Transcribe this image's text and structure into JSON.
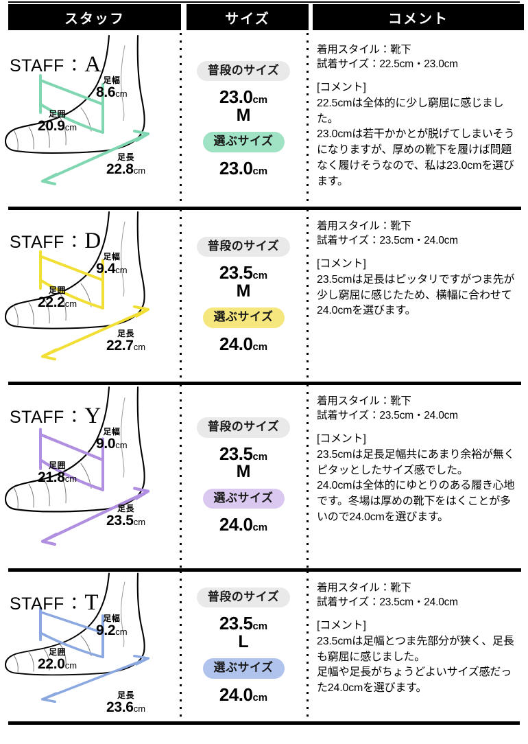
{
  "header": {
    "columns": [
      {
        "label": "スタッフ",
        "name": "staff"
      },
      {
        "label": "サイズ",
        "name": "size"
      },
      {
        "label": "コメント",
        "name": "comment"
      }
    ]
  },
  "labels": {
    "staff_prefix": "STAFF",
    "colon": "：",
    "foot_width": "足幅",
    "foot_girth": "足囲",
    "foot_length": "足長",
    "unit": "cm",
    "usual_size": "普段のサイズ",
    "chosen_size": "選ぶサイズ",
    "comment_tag": "[コメント]"
  },
  "rows": [
    {
      "staff_letter": "A",
      "accent_color": "#7FD6B0",
      "pill_color": "#9FE3C4",
      "measurements": {
        "foot_width": "8.6",
        "foot_girth": "20.9",
        "foot_length": "22.8"
      },
      "size": {
        "usual_value": "23.0",
        "usual_letter": "M",
        "chosen_value": "23.0"
      },
      "comment": {
        "style_line": "着用スタイル：靴下",
        "tried_line": "試着サイズ：22.5cm・23.0cm",
        "body": "22.5cmは全体的に少し窮屈に感じました。\n23.0cmは若干かかとが脱げてしまいそうになりますが、厚めの靴下を履けば問題なく履けそうなので、私は23.0cmを選びます。"
      }
    },
    {
      "staff_letter": "D",
      "accent_color": "#F2DF35",
      "pill_color": "#F5E77E",
      "measurements": {
        "foot_width": "9.4",
        "foot_girth": "22.2",
        "foot_length": "22.7"
      },
      "size": {
        "usual_value": "23.5",
        "usual_letter": "M",
        "chosen_value": "24.0"
      },
      "comment": {
        "style_line": "着用スタイル：靴下",
        "tried_line": "試着サイズ：23.5cm・24.0cm",
        "body": "23.5cmは足長はピッタリですがつま先が少し窮屈に感じたため、横幅に合わせて24.0cmを選びます。"
      }
    },
    {
      "staff_letter": "Y",
      "accent_color": "#B18FE0",
      "pill_color": "#DBC8F0",
      "measurements": {
        "foot_width": "9.0",
        "foot_girth": "21.8",
        "foot_length": "23.5"
      },
      "size": {
        "usual_value": "23.5",
        "usual_letter": "M",
        "chosen_value": "24.0"
      },
      "comment": {
        "style_line": "着用スタイル：靴下",
        "tried_line": "試着サイズ：23.5cm・24.0cm",
        "body": "23.5cmは足長足幅共にあまり余裕が無くピタッとしたサイズ感でした。\n24.0cmは全体的にゆとりのある履き心地です。冬場は厚めの靴下をはくことが多いので24.0cmを選びます。"
      }
    },
    {
      "staff_letter": "T",
      "accent_color": "#8BA8E0",
      "pill_color": "#AFC3ED",
      "measurements": {
        "foot_width": "9.2",
        "foot_girth": "22.0",
        "foot_length": "23.6"
      },
      "size": {
        "usual_value": "23.5",
        "usual_letter": "L",
        "chosen_value": "24.0"
      },
      "comment": {
        "style_line": "着用スタイル：靴下",
        "tried_line": "試着サイズ：23.5cm・24.0cm",
        "body": "23.5cmは足幅とつま先部分が狭く、足長も窮屈に感じました。\n足幅や足長がちょうどよいサイズ感だった24.0cmを選びます。"
      }
    }
  ]
}
